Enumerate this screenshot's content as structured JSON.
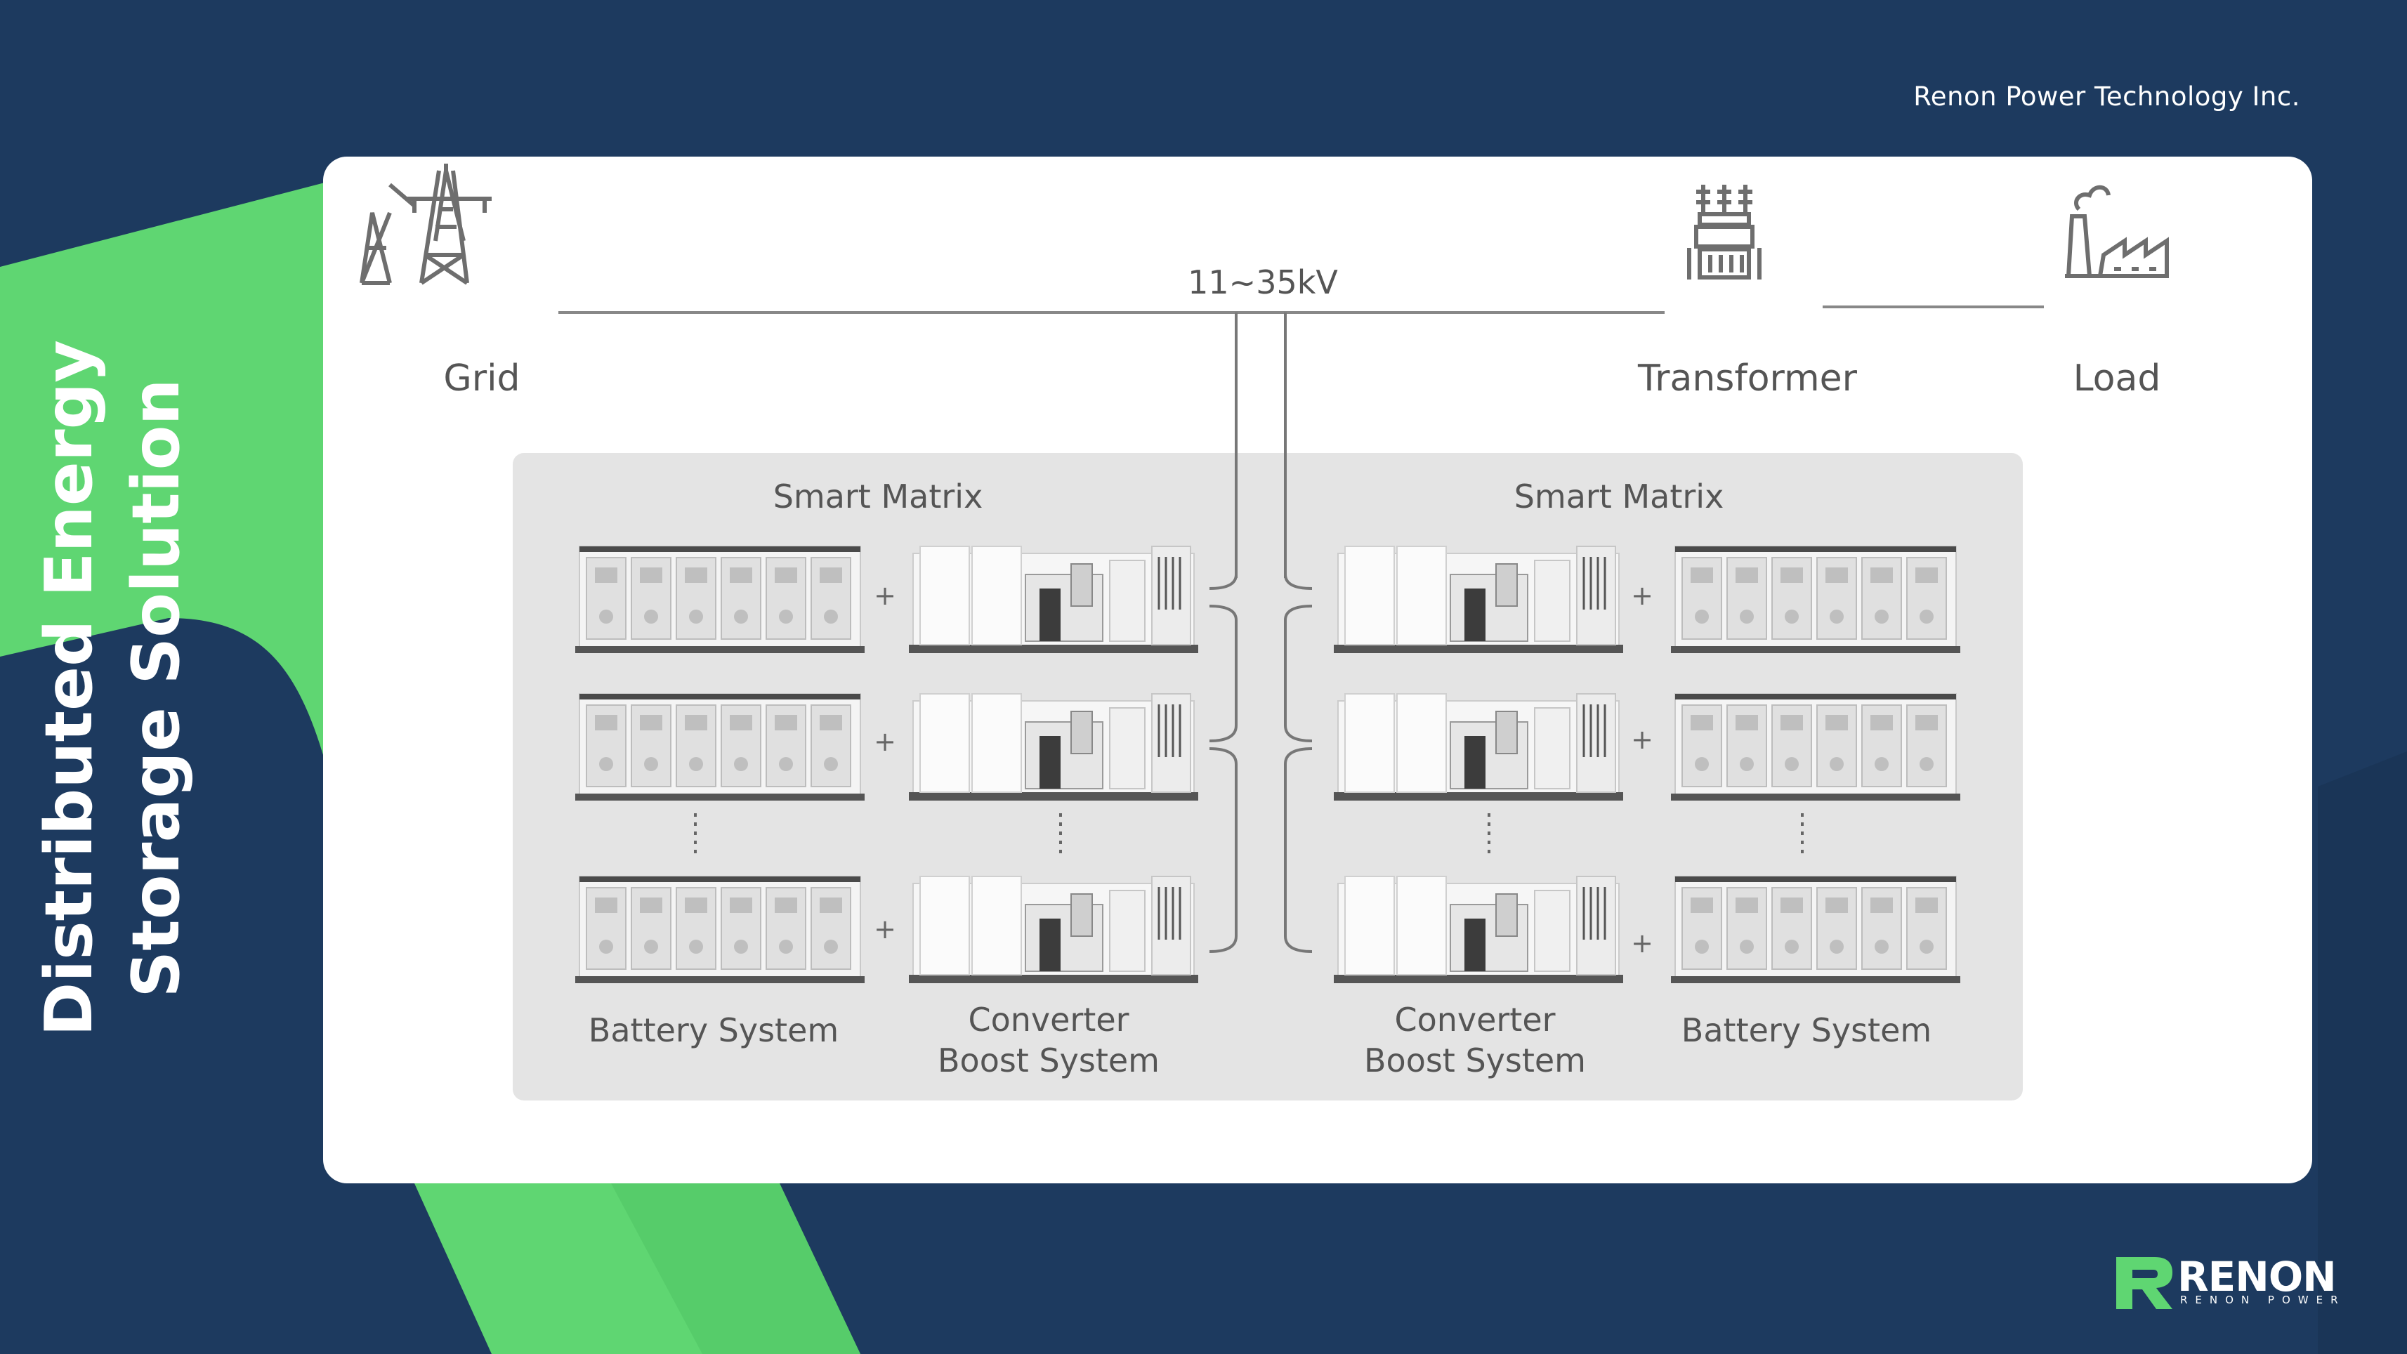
{
  "header": {
    "company": "Renon Power Technology Inc."
  },
  "title": {
    "line1": "Distributed Energy",
    "line2": "Storage Solution"
  },
  "diagram": {
    "voltage": "11~35kV",
    "grid": "Grid",
    "transformer": "Transformer",
    "load": "Load",
    "left_matrix": "Smart Matrix",
    "right_matrix": "Smart Matrix",
    "battery_left": "Battery System",
    "converter_left_1": "Converter",
    "converter_left_2": "Boost System",
    "converter_right_1": "Converter",
    "converter_right_2": "Boost System",
    "battery_right": "Battery System",
    "plus": "+"
  },
  "logo": {
    "name": "RENON",
    "sub": "RENON POWER"
  },
  "colors": {
    "navy": "#1d3a5f",
    "green": "#5fd672",
    "panel": "#e4e4e4"
  }
}
